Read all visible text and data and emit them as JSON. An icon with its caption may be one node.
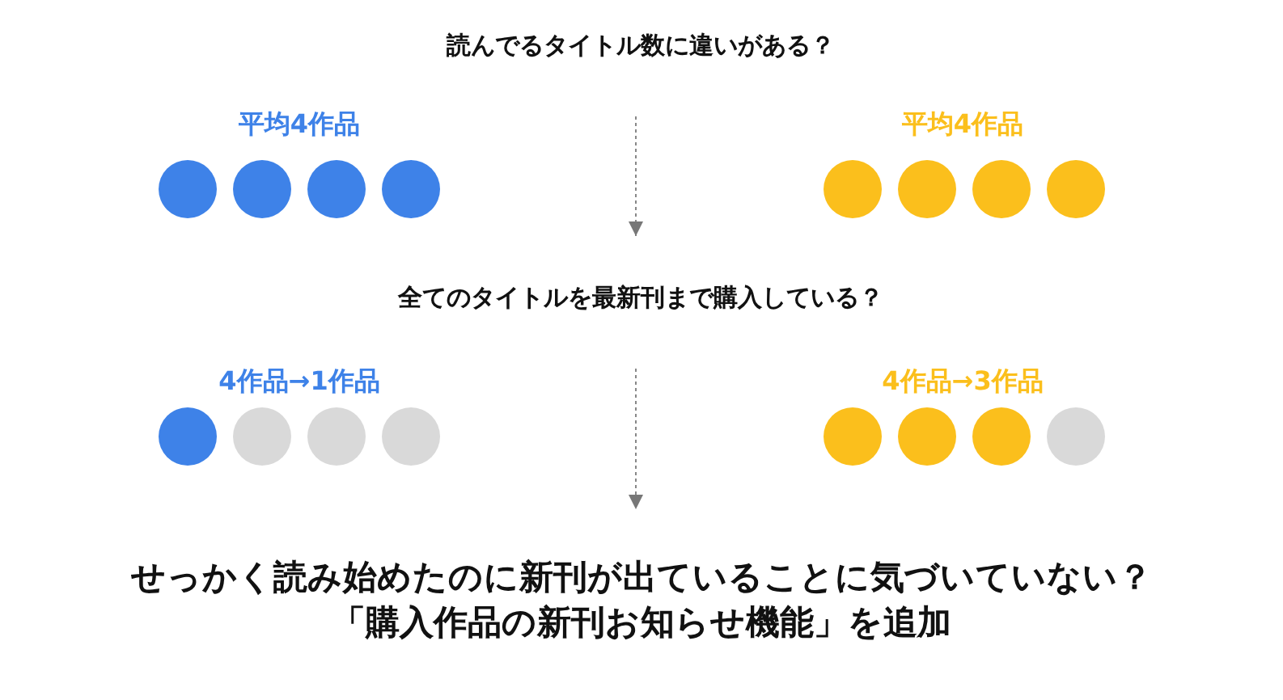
{
  "diagram": {
    "nodes": [
      {
        "text": [
          "読んでるタイトル数に違いがある？"
        ]
      },
      {
        "text": [
          "全てのタイトルを最新刊まで購入している？"
        ]
      },
      {
        "text": [
          "せっかく読み始めたのに新刊が出ていることに気づいていない？",
          "「購入作品の新刊お知らせ機能」を追加"
        ]
      }
    ],
    "edges": [
      {
        "from": 0,
        "to": 1,
        "arrow": "to",
        "style": "dashed"
      },
      {
        "from": 1,
        "to": 2,
        "arrow": "to",
        "style": "dashed"
      }
    ],
    "labels": [
      "平均4作品",
      "平均4作品",
      "4作品→1作品",
      "4作品→3作品"
    ]
  }
}
